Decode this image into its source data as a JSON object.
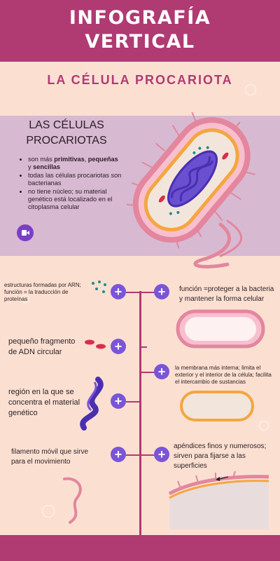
{
  "header": {
    "title_line1": "INFOGRAFÍA",
    "title_line2": "VERTICAL"
  },
  "subtitle": "LA CÉLULA PROCARIOTA",
  "intro": {
    "title_line1": "LAS CÉLULAS",
    "title_line2": "PROCARIOTAS",
    "bullet1_pre": "son más ",
    "bullet1_bold1": "primitivas",
    "bullet1_sep1": ", ",
    "bullet1_bold2": "pequeñas",
    "bullet1_sep2": " y ",
    "bullet1_bold3": "sencillas",
    "bullet2": "todas las células procariotas son bacterianas",
    "bullet3": "no tiene núcleo; su material genético está localizado en el citoplasma celular"
  },
  "labels": {
    "ribosomes": "estructuras formadas por ARN; función = la traducción de proteínas",
    "cell_wall": "función =proteger a la bacteria y mantener la forma celular",
    "plasmid": "pequeño fragmento de ADN circular",
    "membrane": "la membrana más interna; limita el exterior y el interior de la célula; facilita el intercambio de sustancias",
    "nucleoid": "región en la que se concentra el material genético",
    "flagellum": "filamento móvil que sirve para el movimiento",
    "pili": "apéndices finos y numerosos; sirven para fijarse a las superficies"
  },
  "plus_symbol": "+",
  "colors": {
    "primary": "#b03a72",
    "accent": "#7b55d6",
    "background": "#fbe0d2",
    "band": "#d8b9d2"
  },
  "icons": [
    "video-icon",
    "plus-icon",
    "bacteria-illustration"
  ]
}
